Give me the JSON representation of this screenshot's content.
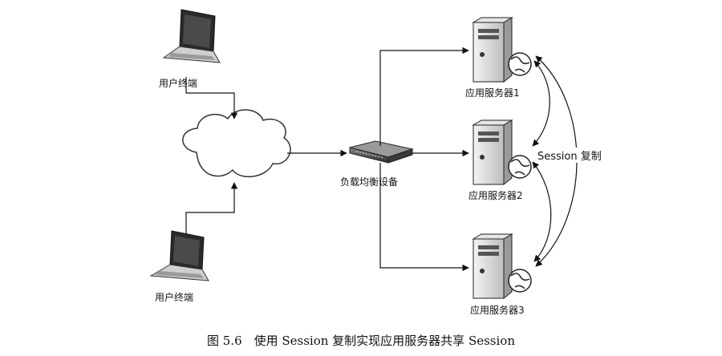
{
  "nodes": {
    "user_top": {
      "label": "用户终端",
      "icon": "laptop-icon"
    },
    "user_bottom": {
      "label": "用户终端",
      "icon": "laptop-icon"
    },
    "network": {
      "icon": "cloud-icon"
    },
    "load_balancer": {
      "label": "负载均衡设备",
      "icon": "switch-icon"
    },
    "server_1": {
      "label": "应用服务器1",
      "icon": "server-icon"
    },
    "server_2": {
      "label": "应用服务器2",
      "icon": "server-icon"
    },
    "server_3": {
      "label": "应用服务器3",
      "icon": "server-icon"
    }
  },
  "replication_label": "Session 复制",
  "caption": "图 5.6　使用 Session 复制实现应用服务器共享 Session"
}
